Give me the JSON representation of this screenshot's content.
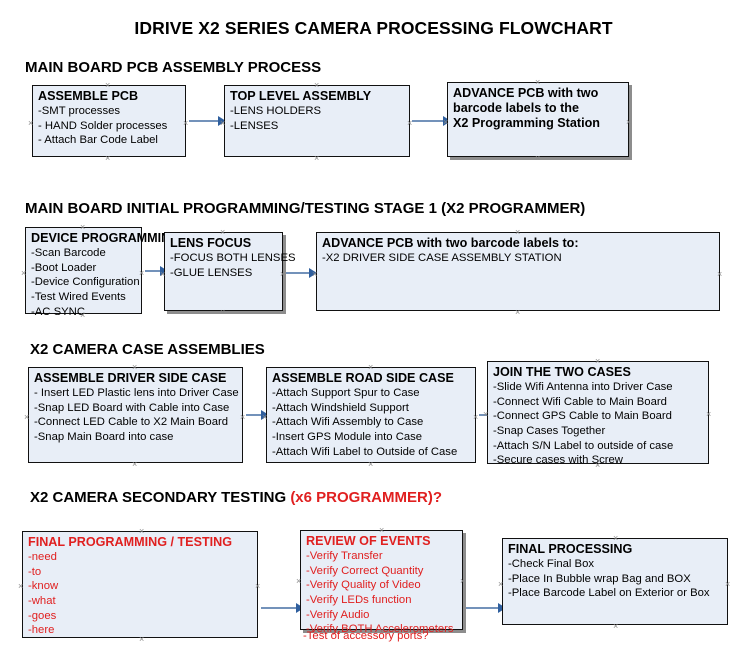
{
  "document": {
    "title": "IDRIVE X2  SERIES CAMERA PROCESSING FLOWCHART"
  },
  "sections": [
    {
      "heading": "MAIN BOARD PCB ASSEMBLY PROCESS",
      "heading_accent": "",
      "boxes": [
        {
          "title": "ASSEMBLE PCB",
          "lines": [
            "-SMT processes",
            "- HAND Solder processes",
            "- Attach Bar Code Label"
          ]
        },
        {
          "title": "TOP LEVEL ASSEMBLY",
          "lines": [
            "-LENS HOLDERS",
            "-LENSES"
          ]
        },
        {
          "title": "ADVANCE PCB with two",
          "lines": [
            "barcode labels to the",
            " X2 Programming Station"
          ]
        }
      ]
    },
    {
      "heading": "MAIN BOARD INITIAL PROGRAMMING/TESTING STAGE 1 (X2 PROGRAMMER)",
      "heading_accent": "",
      "boxes": [
        {
          "title": "DEVICE PROGRAMMING",
          "lines": [
            "-Scan Barcode",
            "-Boot Loader",
            "-Device Configuration",
            "-Test Wired Events",
            "-AC SYNC"
          ]
        },
        {
          "title": "LENS FOCUS",
          "lines": [
            "-FOCUS BOTH LENSES",
            "-GLUE LENSES"
          ]
        },
        {
          "title": "ADVANCE PCB with two barcode labels to:",
          "lines": [
            "-X2 DRIVER  SIDE  CASE  ASSEMBLY STATION"
          ]
        }
      ]
    },
    {
      "heading": "X2 CAMERA CASE ASSEMBLIES",
      "heading_accent": "",
      "boxes": [
        {
          "title": "ASSEMBLE DRIVER SIDE CASE",
          "lines": [
            "- Insert LED Plastic lens into Driver Case",
            "-Snap LED Board with Cable into Case",
            "-Connect LED Cable to X2 Main Board",
            "-Snap Main Board into case"
          ]
        },
        {
          "title": "ASSEMBLE ROAD SIDE CASE",
          "lines": [
            "-Attach Support Spur to Case",
            "-Attach Windshield Support",
            "-Attach Wifi Assembly to Case",
            "-Insert GPS Module into Case",
            "-Attach Wifi Label to Outside of Case"
          ]
        },
        {
          "title": "JOIN THE TWO CASES",
          "lines": [
            "-Slide Wifi Antenna into Driver Case",
            "-Connect Wifi Cable to Main Board",
            "-Connect GPS Cable to Main Board",
            "-Snap Cases Together",
            "-Attach S/N Label to outside of case",
            "-Secure cases with Screw"
          ]
        }
      ]
    },
    {
      "heading": "X2 CAMERA SECONDARY TESTING  ",
      "heading_accent": "(x6 PROGRAMMER)?",
      "boxes": [
        {
          "title": "FINAL PROGRAMMING / TESTING",
          "lines": [
            "-need",
            "-to",
            "-know",
            "-what",
            "-goes",
            "-here"
          ]
        },
        {
          "title": "REVIEW OF EVENTS",
          "lines": [
            "-Verify Transfer",
            "-Verify Correct Quantity",
            "-Verify Quality of Video",
            "-Verify LEDs function",
            "-Verify Audio",
            "-Verify BOTH Accelerometers"
          ],
          "overflow_line": "-Test of accessory ports?"
        },
        {
          "title": "FINAL PROCESSING",
          "lines": [
            " -Check Final Box",
            "-Place In Bubble wrap Bag and BOX",
            "-Place Barcode Label on Exterior or Box"
          ]
        }
      ]
    }
  ],
  "colors": {
    "box_fill": "#e8eef7",
    "box_border": "#111111",
    "arrow": "#2f5f9e",
    "accent_red": "#e02020",
    "handle": "#8a8a8a"
  }
}
